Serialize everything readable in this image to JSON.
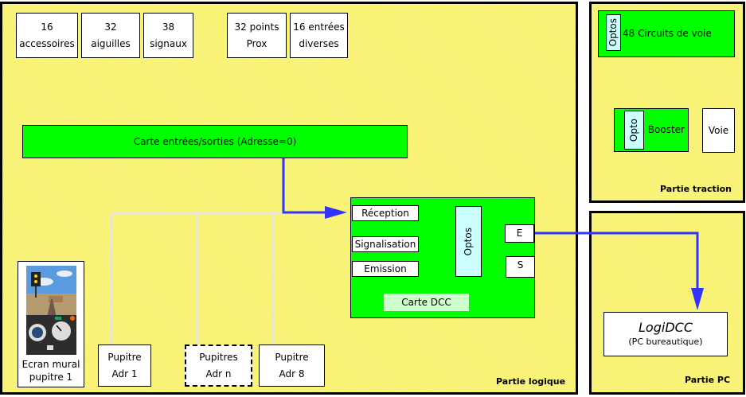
{
  "panels": {
    "logique": {
      "label": "Partie logique"
    },
    "traction": {
      "label": "Partie traction"
    },
    "pc": {
      "label": "Partie PC"
    }
  },
  "top_boxes": [
    {
      "line1": "16",
      "line2": "accessoires"
    },
    {
      "line1": "32",
      "line2": "aiguilles"
    },
    {
      "line1": "38",
      "line2": "signaux"
    },
    {
      "line1": "32 points",
      "line2": "Prox"
    },
    {
      "line1": "16 entrées",
      "line2": "diverses"
    }
  ],
  "io_card": {
    "label": "Carte entrées/sorties (Adresse=0)"
  },
  "dcc_card": {
    "label": "Carte DCC",
    "reception": "Réception",
    "signalisation": "Signalisation",
    "emission": "Emission",
    "optos": "Optos",
    "e": "E",
    "s": "S"
  },
  "pupitres": [
    {
      "line1": "Pupitre",
      "line2": "Adr 1"
    },
    {
      "line1": "Pupitres",
      "line2": "Adr n"
    },
    {
      "line1": "Pupitre",
      "line2": "Adr 8"
    }
  ],
  "ecran": {
    "line1": "Ecran mural",
    "line2": "pupitre 1"
  },
  "traction": {
    "circuits": "48 Circuits de voie",
    "circuits_opto": "Optos",
    "booster": "Booster",
    "booster_opto": "Opto",
    "voie": "Voie"
  },
  "pc": {
    "title": "LogiDCC",
    "subtitle": "(PC bureautique)"
  },
  "colors": {
    "panel_bg": "#f8f26a",
    "green": "#00ff00",
    "cyan": "#ccffff",
    "wire_blue": "#3333ff",
    "wire_grey": "#e6e6dc"
  }
}
